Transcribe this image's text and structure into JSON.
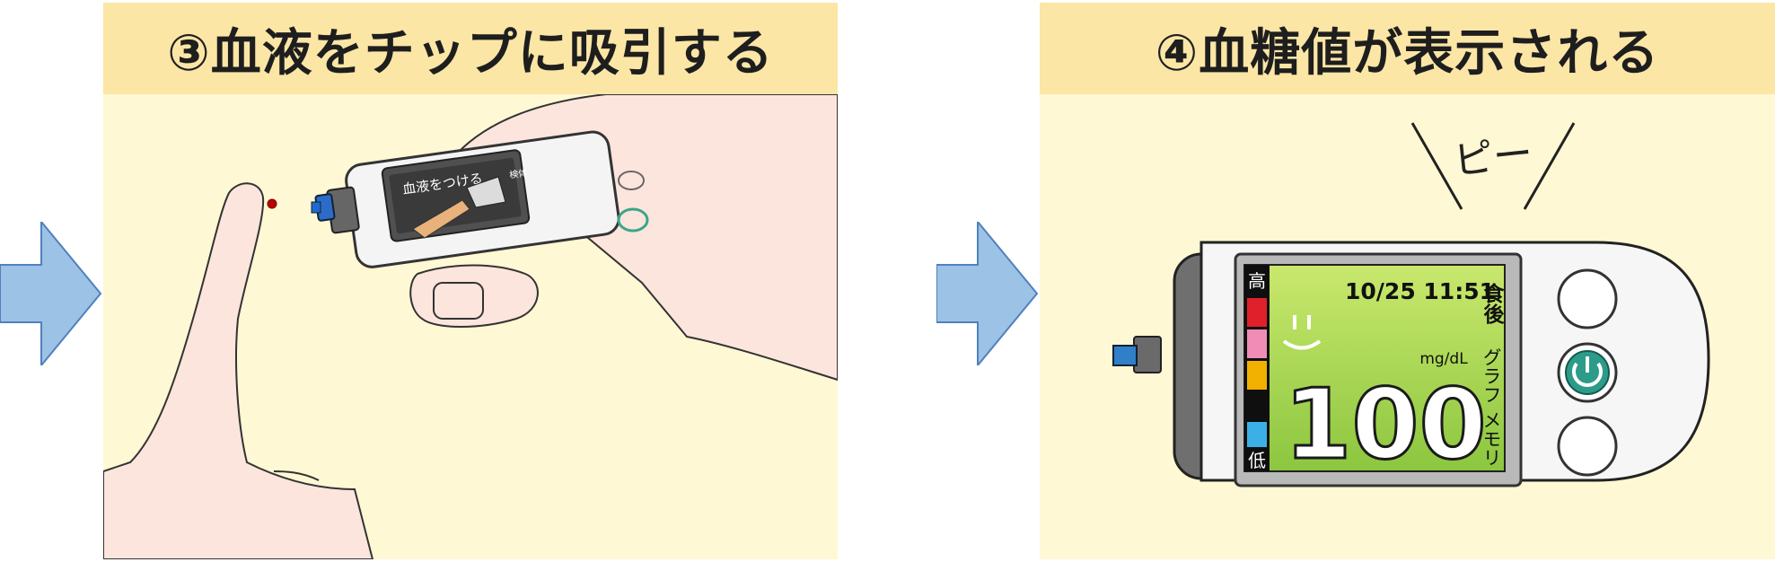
{
  "colors": {
    "arrow": "#9cc2e6",
    "panel_bg": "#fff8d4",
    "header_bg": "#fbe6a6",
    "skin": "#fbe5dc",
    "screen_green": "#8cc63f",
    "blood": "#c00000"
  },
  "step3": {
    "title": "③血液をチップに吸引する",
    "device_screen_text": "血液をつける",
    "device_screen_side": "検体"
  },
  "step4": {
    "title": "④血糖値が表示される",
    "beep": "ピー",
    "meter": {
      "datetime": "10/25 11:51",
      "meal_tag": "食後",
      "unit": "mg/dL",
      "value": "100",
      "high_label": "高",
      "low_label": "低",
      "graph_label": "グラフ",
      "memory_label": "メモリ"
    }
  }
}
